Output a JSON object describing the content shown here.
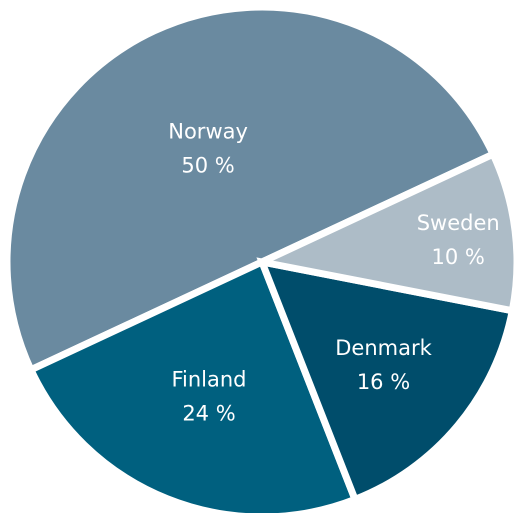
{
  "chart_data": {
    "type": "pie",
    "title": "",
    "legend": "none",
    "slices": [
      {
        "label": "Norway",
        "value": 50,
        "value_label": "50 %",
        "color": "#6a8aa0"
      },
      {
        "label": "Sweden",
        "value": 10,
        "value_label": "10 %",
        "color": "#adbcc7"
      },
      {
        "label": "Denmark",
        "value": 16,
        "value_label": "16 %",
        "color": "#004d6b"
      },
      {
        "label": "Finland",
        "value": 24,
        "value_label": "24 %",
        "color": "#00607f"
      }
    ]
  }
}
